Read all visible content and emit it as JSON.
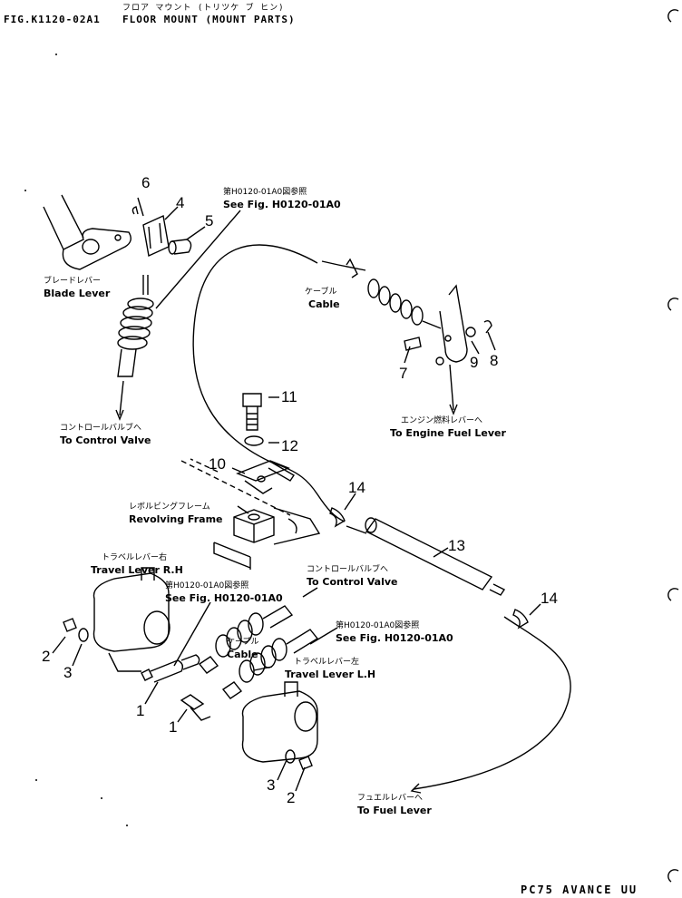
{
  "header": {
    "jp_title": "フロア マウント (トリツケ ブ ヒン)",
    "fig": "FIG.K1120-02A1",
    "title": "FLOOR MOUNT (MOUNT PARTS)"
  },
  "callouts": {
    "n1a": "1",
    "n1b": "1",
    "n2a": "2",
    "n2b": "2",
    "n3a": "3",
    "n3b": "3",
    "n4": "4",
    "n5": "5",
    "n6": "6",
    "n7": "7",
    "n8": "8",
    "n9": "9",
    "n10": "10",
    "n11": "11",
    "n12": "12",
    "n13": "13",
    "n14a": "14",
    "n14b": "14"
  },
  "labels": {
    "blade_lever": {
      "jp": "ブレードレバー",
      "en": "Blade Lever"
    },
    "see_fig_top": {
      "jp": "第H0120-01A0図参照",
      "en": "See Fig. H0120-01A0"
    },
    "cable_top": {
      "jp": "ケーブル",
      "en": "Cable"
    },
    "to_control_valve_left": {
      "jp": "コントロールバルブへ",
      "en": "To Control Valve"
    },
    "to_engine_fuel_lever": {
      "jp": "エンジン燃料レバーへ",
      "en": "To Engine Fuel Lever"
    },
    "revolving_frame": {
      "jp": "レボルビングフレーム",
      "en": "Revolving Frame"
    },
    "travel_lever_rh": {
      "jp": "トラベルレバー右",
      "en": "Travel Lever R.H"
    },
    "see_fig_mid": {
      "jp": "第H0120-01A0図参照",
      "en": "See Fig. H0120-01A0"
    },
    "to_control_valve_right": {
      "jp": "コントロールバルブへ",
      "en": "To Control Valve"
    },
    "see_fig_right": {
      "jp": "第H0120-01A0図参照",
      "en": "See Fig. H0120-01A0"
    },
    "cable_mid": {
      "jp": "ケーブル",
      "en": "Cable"
    },
    "travel_lever_lh": {
      "jp": "トラベルレバー左",
      "en": "Travel Lever L.H"
    },
    "to_fuel_lever": {
      "jp": "フュエルレバーへ",
      "en": "To Fuel Lever"
    }
  },
  "footer": {
    "model": "PC75 AVANCE UU"
  }
}
